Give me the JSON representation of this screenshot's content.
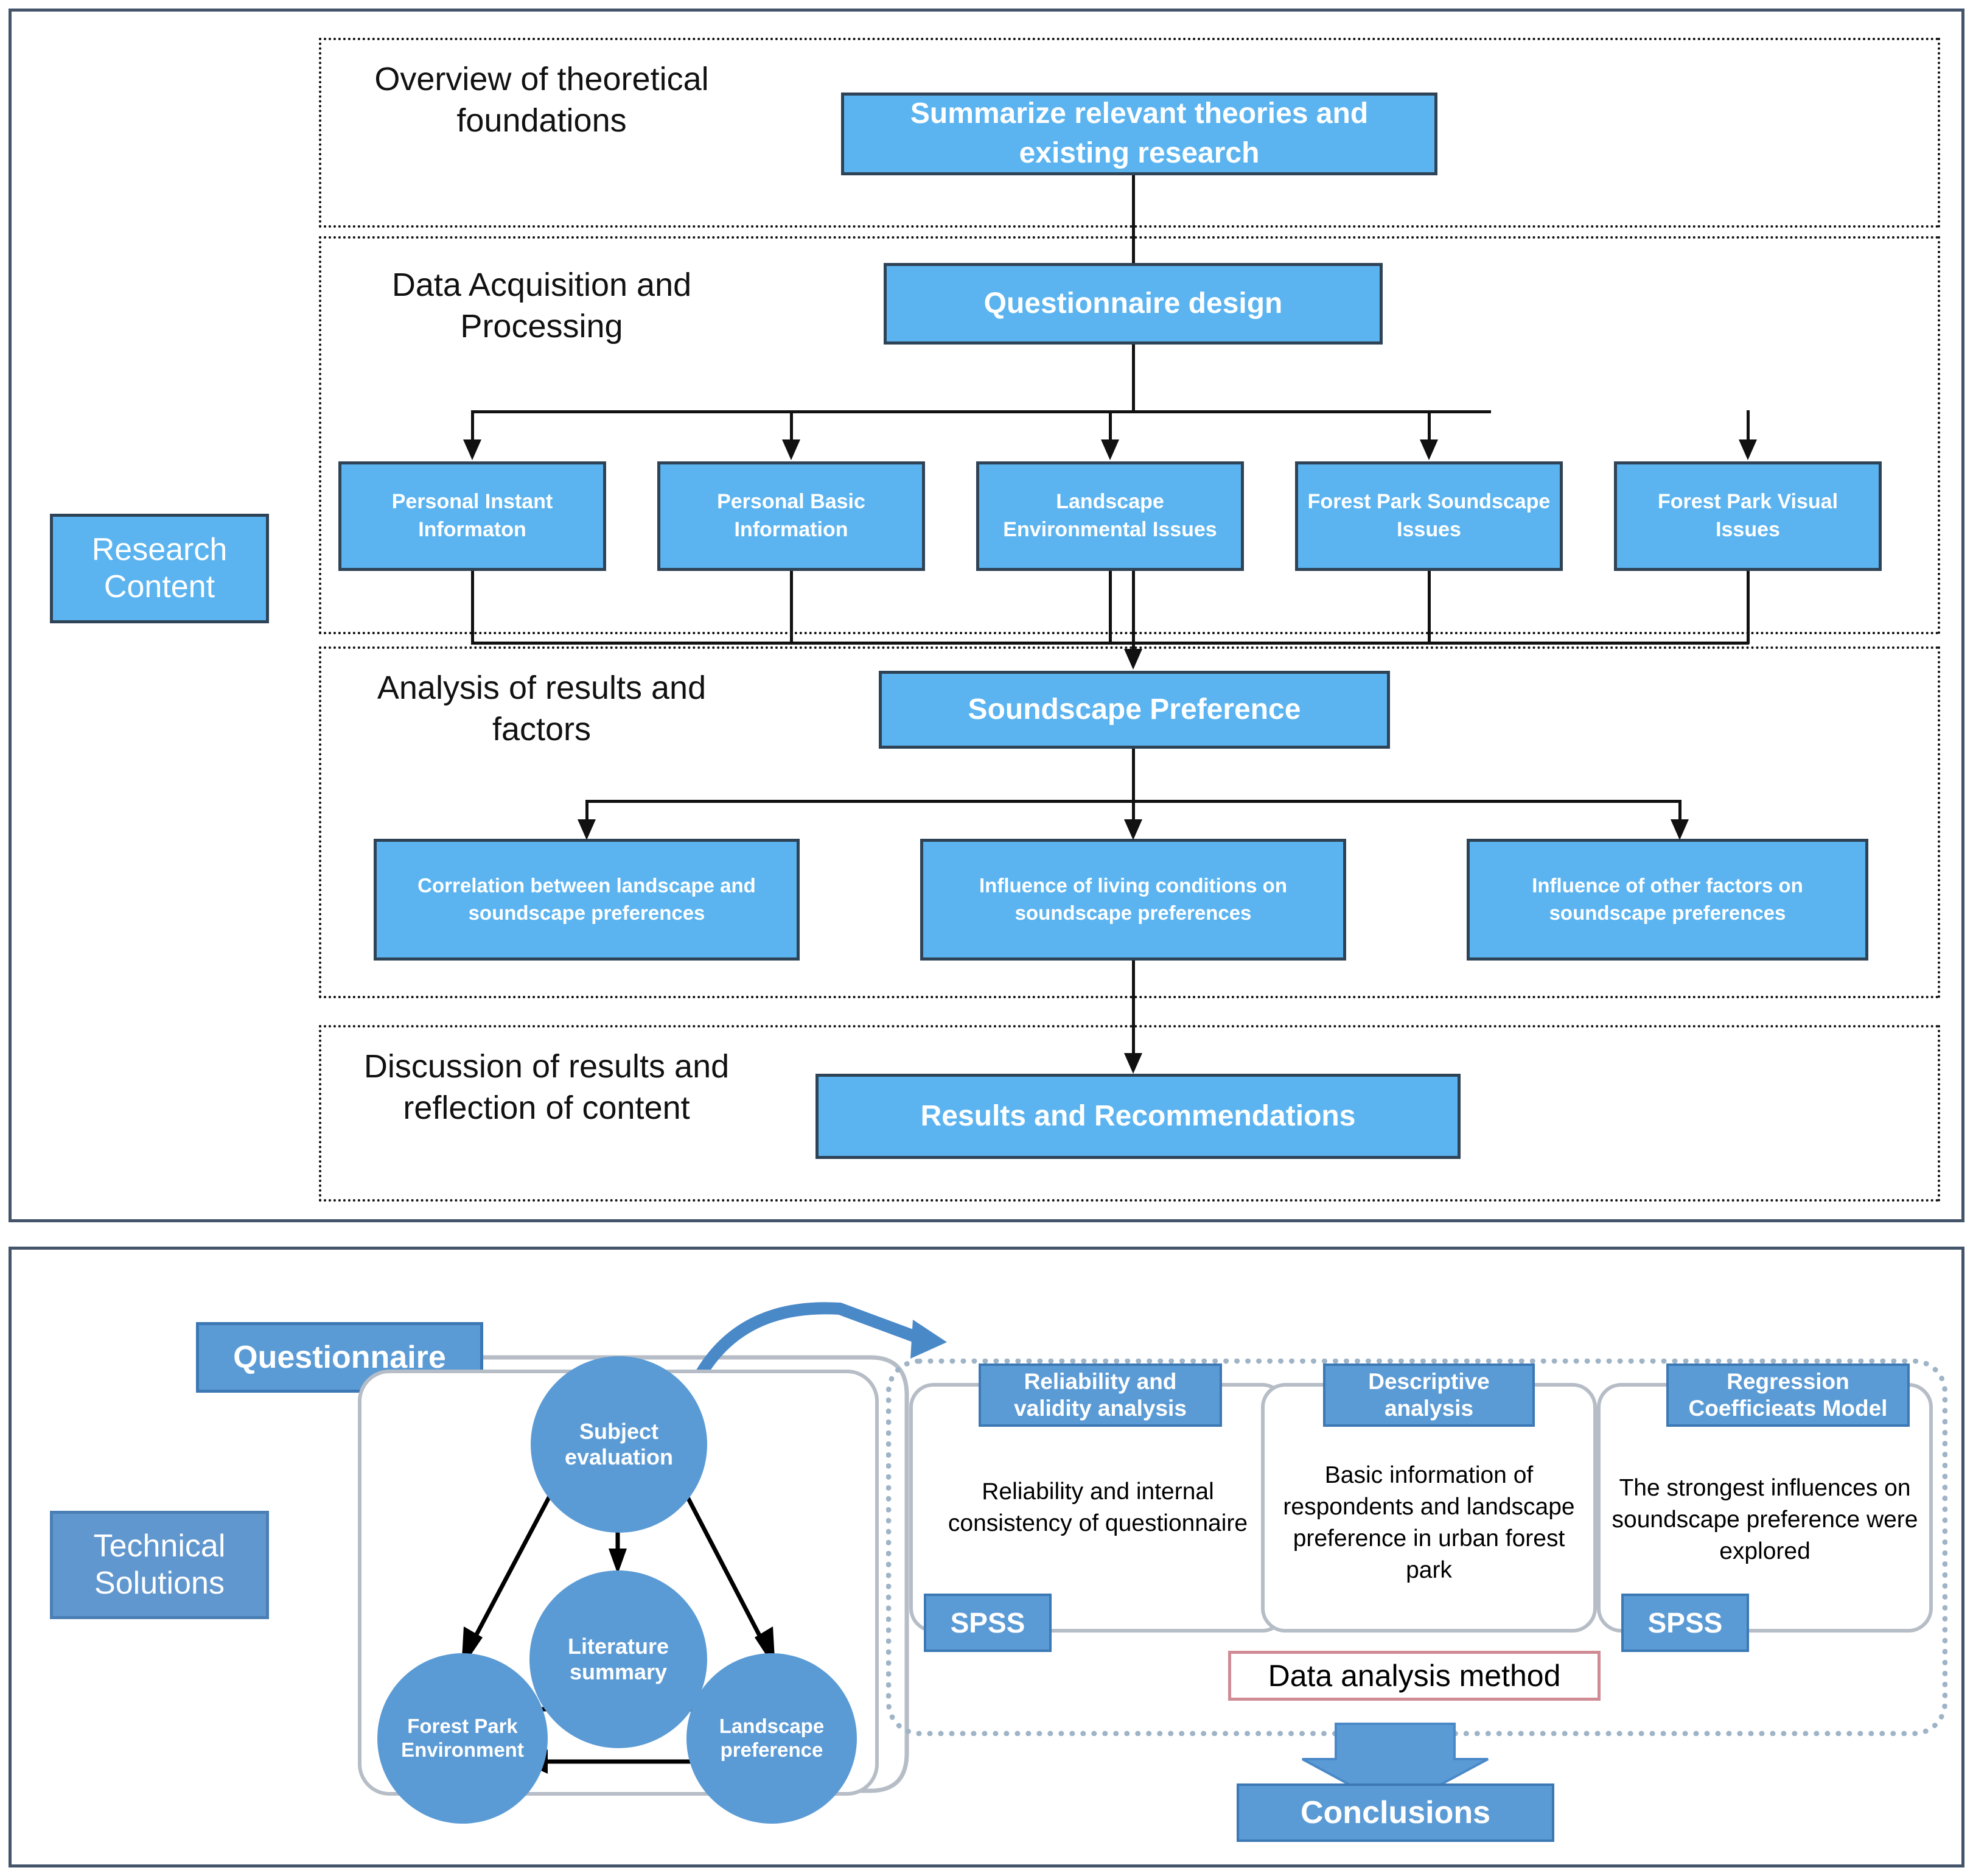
{
  "research": {
    "side_label": "Research\nContent",
    "sections": [
      {
        "title": "Overview of theoretical\nfoundations"
      },
      {
        "title": "Data Acquisition and\nProcessing"
      },
      {
        "title": "Analysis of results and\nfactors"
      },
      {
        "title": "Discussion of results and\nreflection of content"
      }
    ],
    "boxes": {
      "summarize": "Summarize relevant theories and existing research",
      "questionnaire_design": "Questionnaire design",
      "soundscape_preference": "Soundscape Preference",
      "results_recommendations": "Results and Recommendations"
    },
    "questionnaire_parts": [
      "Personal Instant Informaton",
      "Personal Basic Information",
      "Landscape Environmental Issues",
      "Forest Park Soundscape Issues",
      "Forest Park Visual Issues"
    ],
    "factor_boxes": [
      "Correlation between landscape and soundscape preferences",
      "Influence of living conditions on soundscape preferences",
      "Influence of other factors on soundscape preferences"
    ]
  },
  "technical": {
    "side_label": "Technical\nSolutions",
    "questionnaire_tag": "Questionnaire",
    "circles": [
      "Subject evaluation",
      "Literature summary",
      "Forest Park Environment",
      "Landscape preference"
    ],
    "methods": [
      {
        "head": "Reliability and validity analysis",
        "body": "Reliability and internal consistency of questionnaire",
        "tool": "SPSS"
      },
      {
        "head": "Descriptive analysis",
        "body": "Basic information of respondents and landscape preference in urban forest park",
        "tool": ""
      },
      {
        "head": "Regression Coefficieats Model",
        "body": "The strongest influences on soundscape preference were explored",
        "tool": "SPSS"
      }
    ],
    "data_analysis_method": "Data analysis method",
    "conclusions": "Conclusions"
  },
  "colors": {
    "box_blue": "#5BB4F0",
    "box_border": "#2f4356",
    "muted_blue": "#5B9BD5",
    "muted_border": "#3c78b4",
    "frame": "#44546a",
    "card_border": "#b6bdc6",
    "highlight_red": "#d08b95"
  }
}
